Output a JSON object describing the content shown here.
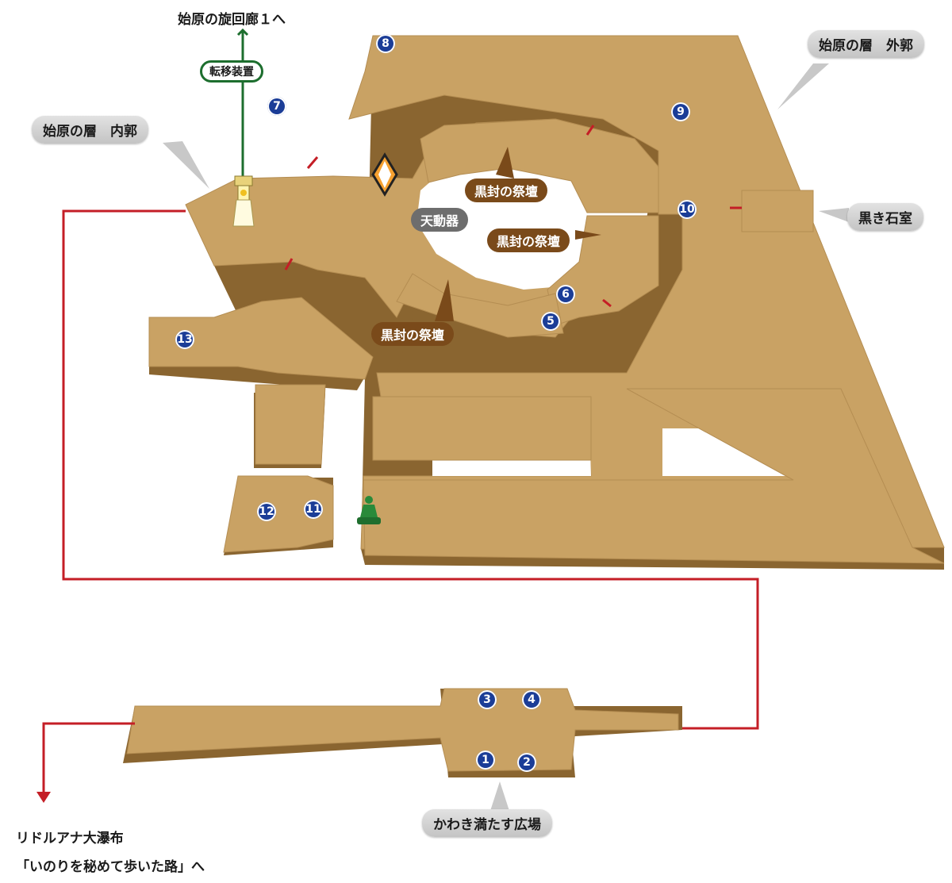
{
  "labels": {
    "to_corridor": "始原の旋回廊１へ",
    "teleporter": "転移装置",
    "inner_ward": "始原の層　内郭",
    "outer_ward": "始原の層　外郭",
    "black_stone_room": "黒き石室",
    "sealed_altar": "黒封の祭壇",
    "celestial_device": "天動器",
    "plaza": "かわき満たす広場",
    "exit_line1": "リドルアナ大瀑布",
    "exit_line2": "「いのりを秘めて歩いた路」へ"
  },
  "markers": [
    "1",
    "2",
    "3",
    "4",
    "5",
    "6",
    "7",
    "8",
    "9",
    "10",
    "11",
    "12",
    "13"
  ],
  "colors": {
    "floor_top": "#c9a264",
    "floor_side": "#8a6530",
    "route_red": "#c41e26",
    "route_green": "#1d6e2e",
    "marker_blue": "#1b3d97",
    "altar_tag": "#7a4a1a",
    "device_tag": "#6d6d6d"
  },
  "icons": {
    "teleporter": "lantern-icon",
    "crystal": "crystal-icon",
    "player": "player-piece-icon"
  }
}
